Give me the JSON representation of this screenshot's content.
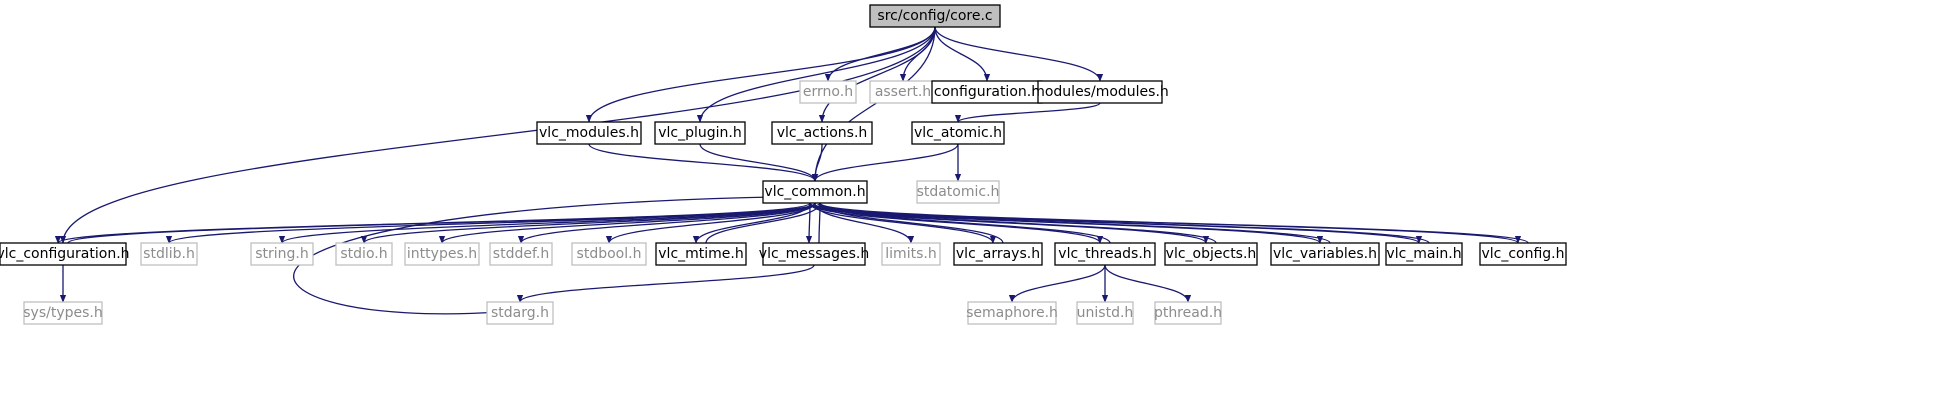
{
  "colors": {
    "edge": "#191970",
    "root_fill": "#bfbfbf",
    "ghost_stroke": "#bfbfbf",
    "ghost_text": "#8c8c8c"
  },
  "nodes": [
    {
      "id": "core_c",
      "label": "src/config/core.c",
      "style": "root"
    },
    {
      "id": "errno_h",
      "label": "errno.h",
      "style": "ghost"
    },
    {
      "id": "assert_h",
      "label": "assert.h",
      "style": "ghost"
    },
    {
      "id": "configuration_h",
      "label": "configuration.h",
      "style": "solid"
    },
    {
      "id": "modules_modules_h",
      "label": "modules/modules.h",
      "style": "solid"
    },
    {
      "id": "vlc_modules_h",
      "label": "vlc_modules.h",
      "style": "solid"
    },
    {
      "id": "vlc_plugin_h",
      "label": "vlc_plugin.h",
      "style": "solid"
    },
    {
      "id": "vlc_actions_h",
      "label": "vlc_actions.h",
      "style": "solid"
    },
    {
      "id": "vlc_atomic_h",
      "label": "vlc_atomic.h",
      "style": "solid"
    },
    {
      "id": "stdatomic_h",
      "label": "stdatomic.h",
      "style": "ghost"
    },
    {
      "id": "vlc_common_h",
      "label": "vlc_common.h",
      "style": "solid"
    },
    {
      "id": "vlc_configuration_h",
      "label": "vlc_configuration.h",
      "style": "solid"
    },
    {
      "id": "stdlib_h",
      "label": "stdlib.h",
      "style": "ghost"
    },
    {
      "id": "string_h",
      "label": "string.h",
      "style": "ghost"
    },
    {
      "id": "stdio_h",
      "label": "stdio.h",
      "style": "ghost"
    },
    {
      "id": "inttypes_h",
      "label": "inttypes.h",
      "style": "ghost"
    },
    {
      "id": "stddef_h",
      "label": "stddef.h",
      "style": "ghost"
    },
    {
      "id": "stdbool_h",
      "label": "stdbool.h",
      "style": "ghost"
    },
    {
      "id": "vlc_mtime_h",
      "label": "vlc_mtime.h",
      "style": "solid"
    },
    {
      "id": "vlc_messages_h",
      "label": "vlc_messages.h",
      "style": "solid"
    },
    {
      "id": "limits_h",
      "label": "limits.h",
      "style": "ghost"
    },
    {
      "id": "vlc_arrays_h",
      "label": "vlc_arrays.h",
      "style": "solid"
    },
    {
      "id": "vlc_threads_h",
      "label": "vlc_threads.h",
      "style": "solid"
    },
    {
      "id": "vlc_objects_h",
      "label": "vlc_objects.h",
      "style": "solid"
    },
    {
      "id": "vlc_variables_h",
      "label": "vlc_variables.h",
      "style": "solid"
    },
    {
      "id": "vlc_main_h",
      "label": "vlc_main.h",
      "style": "solid"
    },
    {
      "id": "vlc_config_h",
      "label": "vlc_config.h",
      "style": "solid"
    },
    {
      "id": "sys_types_h",
      "label": "sys/types.h",
      "style": "ghost"
    },
    {
      "id": "stdarg_h",
      "label": "stdarg.h",
      "style": "ghost"
    },
    {
      "id": "semaphore_h",
      "label": "semaphore.h",
      "style": "ghost"
    },
    {
      "id": "unistd_h",
      "label": "unistd.h",
      "style": "ghost"
    },
    {
      "id": "pthread_h",
      "label": "pthread.h",
      "style": "ghost"
    }
  ],
  "edges": [
    {
      "from": "core_c",
      "to": "errno_h"
    },
    {
      "from": "core_c",
      "to": "assert_h"
    },
    {
      "from": "core_c",
      "to": "configuration_h"
    },
    {
      "from": "core_c",
      "to": "modules_modules_h"
    },
    {
      "from": "core_c",
      "to": "vlc_modules_h"
    },
    {
      "from": "core_c",
      "to": "vlc_plugin_h"
    },
    {
      "from": "core_c",
      "to": "vlc_actions_h"
    },
    {
      "from": "core_c",
      "to": "vlc_common_h"
    },
    {
      "from": "core_c",
      "to": "vlc_configuration_h"
    },
    {
      "from": "modules_modules_h",
      "to": "vlc_atomic_h"
    },
    {
      "from": "vlc_modules_h",
      "to": "vlc_common_h"
    },
    {
      "from": "vlc_plugin_h",
      "to": "vlc_common_h"
    },
    {
      "from": "vlc_actions_h",
      "to": "vlc_common_h"
    },
    {
      "from": "vlc_atomic_h",
      "to": "vlc_common_h"
    },
    {
      "from": "vlc_atomic_h",
      "to": "stdatomic_h"
    },
    {
      "from": "vlc_common_h",
      "to": "vlc_configuration_h"
    },
    {
      "from": "vlc_configuration_h",
      "to": "vlc_common_h"
    },
    {
      "from": "vlc_common_h",
      "to": "stdlib_h"
    },
    {
      "from": "vlc_common_h",
      "to": "string_h"
    },
    {
      "from": "vlc_common_h",
      "to": "stdio_h"
    },
    {
      "from": "vlc_common_h",
      "to": "inttypes_h"
    },
    {
      "from": "vlc_common_h",
      "to": "stddef_h"
    },
    {
      "from": "vlc_common_h",
      "to": "stdbool_h"
    },
    {
      "from": "vlc_common_h",
      "to": "vlc_mtime_h"
    },
    {
      "from": "vlc_mtime_h",
      "to": "vlc_common_h"
    },
    {
      "from": "vlc_common_h",
      "to": "vlc_messages_h"
    },
    {
      "from": "vlc_messages_h",
      "to": "vlc_common_h"
    },
    {
      "from": "vlc_common_h",
      "to": "limits_h"
    },
    {
      "from": "vlc_common_h",
      "to": "vlc_arrays_h"
    },
    {
      "from": "vlc_arrays_h",
      "to": "vlc_common_h"
    },
    {
      "from": "vlc_common_h",
      "to": "vlc_threads_h"
    },
    {
      "from": "vlc_threads_h",
      "to": "vlc_common_h"
    },
    {
      "from": "vlc_common_h",
      "to": "vlc_objects_h"
    },
    {
      "from": "vlc_objects_h",
      "to": "vlc_common_h"
    },
    {
      "from": "vlc_common_h",
      "to": "vlc_variables_h"
    },
    {
      "from": "vlc_variables_h",
      "to": "vlc_common_h"
    },
    {
      "from": "vlc_common_h",
      "to": "vlc_main_h"
    },
    {
      "from": "vlc_main_h",
      "to": "vlc_common_h"
    },
    {
      "from": "vlc_common_h",
      "to": "vlc_config_h"
    },
    {
      "from": "vlc_config_h",
      "to": "vlc_common_h"
    },
    {
      "from": "vlc_common_h",
      "to": "stdarg_h"
    },
    {
      "from": "vlc_configuration_h",
      "to": "sys_types_h"
    },
    {
      "from": "vlc_messages_h",
      "to": "stdarg_h"
    },
    {
      "from": "vlc_threads_h",
      "to": "semaphore_h"
    },
    {
      "from": "vlc_threads_h",
      "to": "unistd_h"
    },
    {
      "from": "vlc_threads_h",
      "to": "pthread_h"
    }
  ]
}
